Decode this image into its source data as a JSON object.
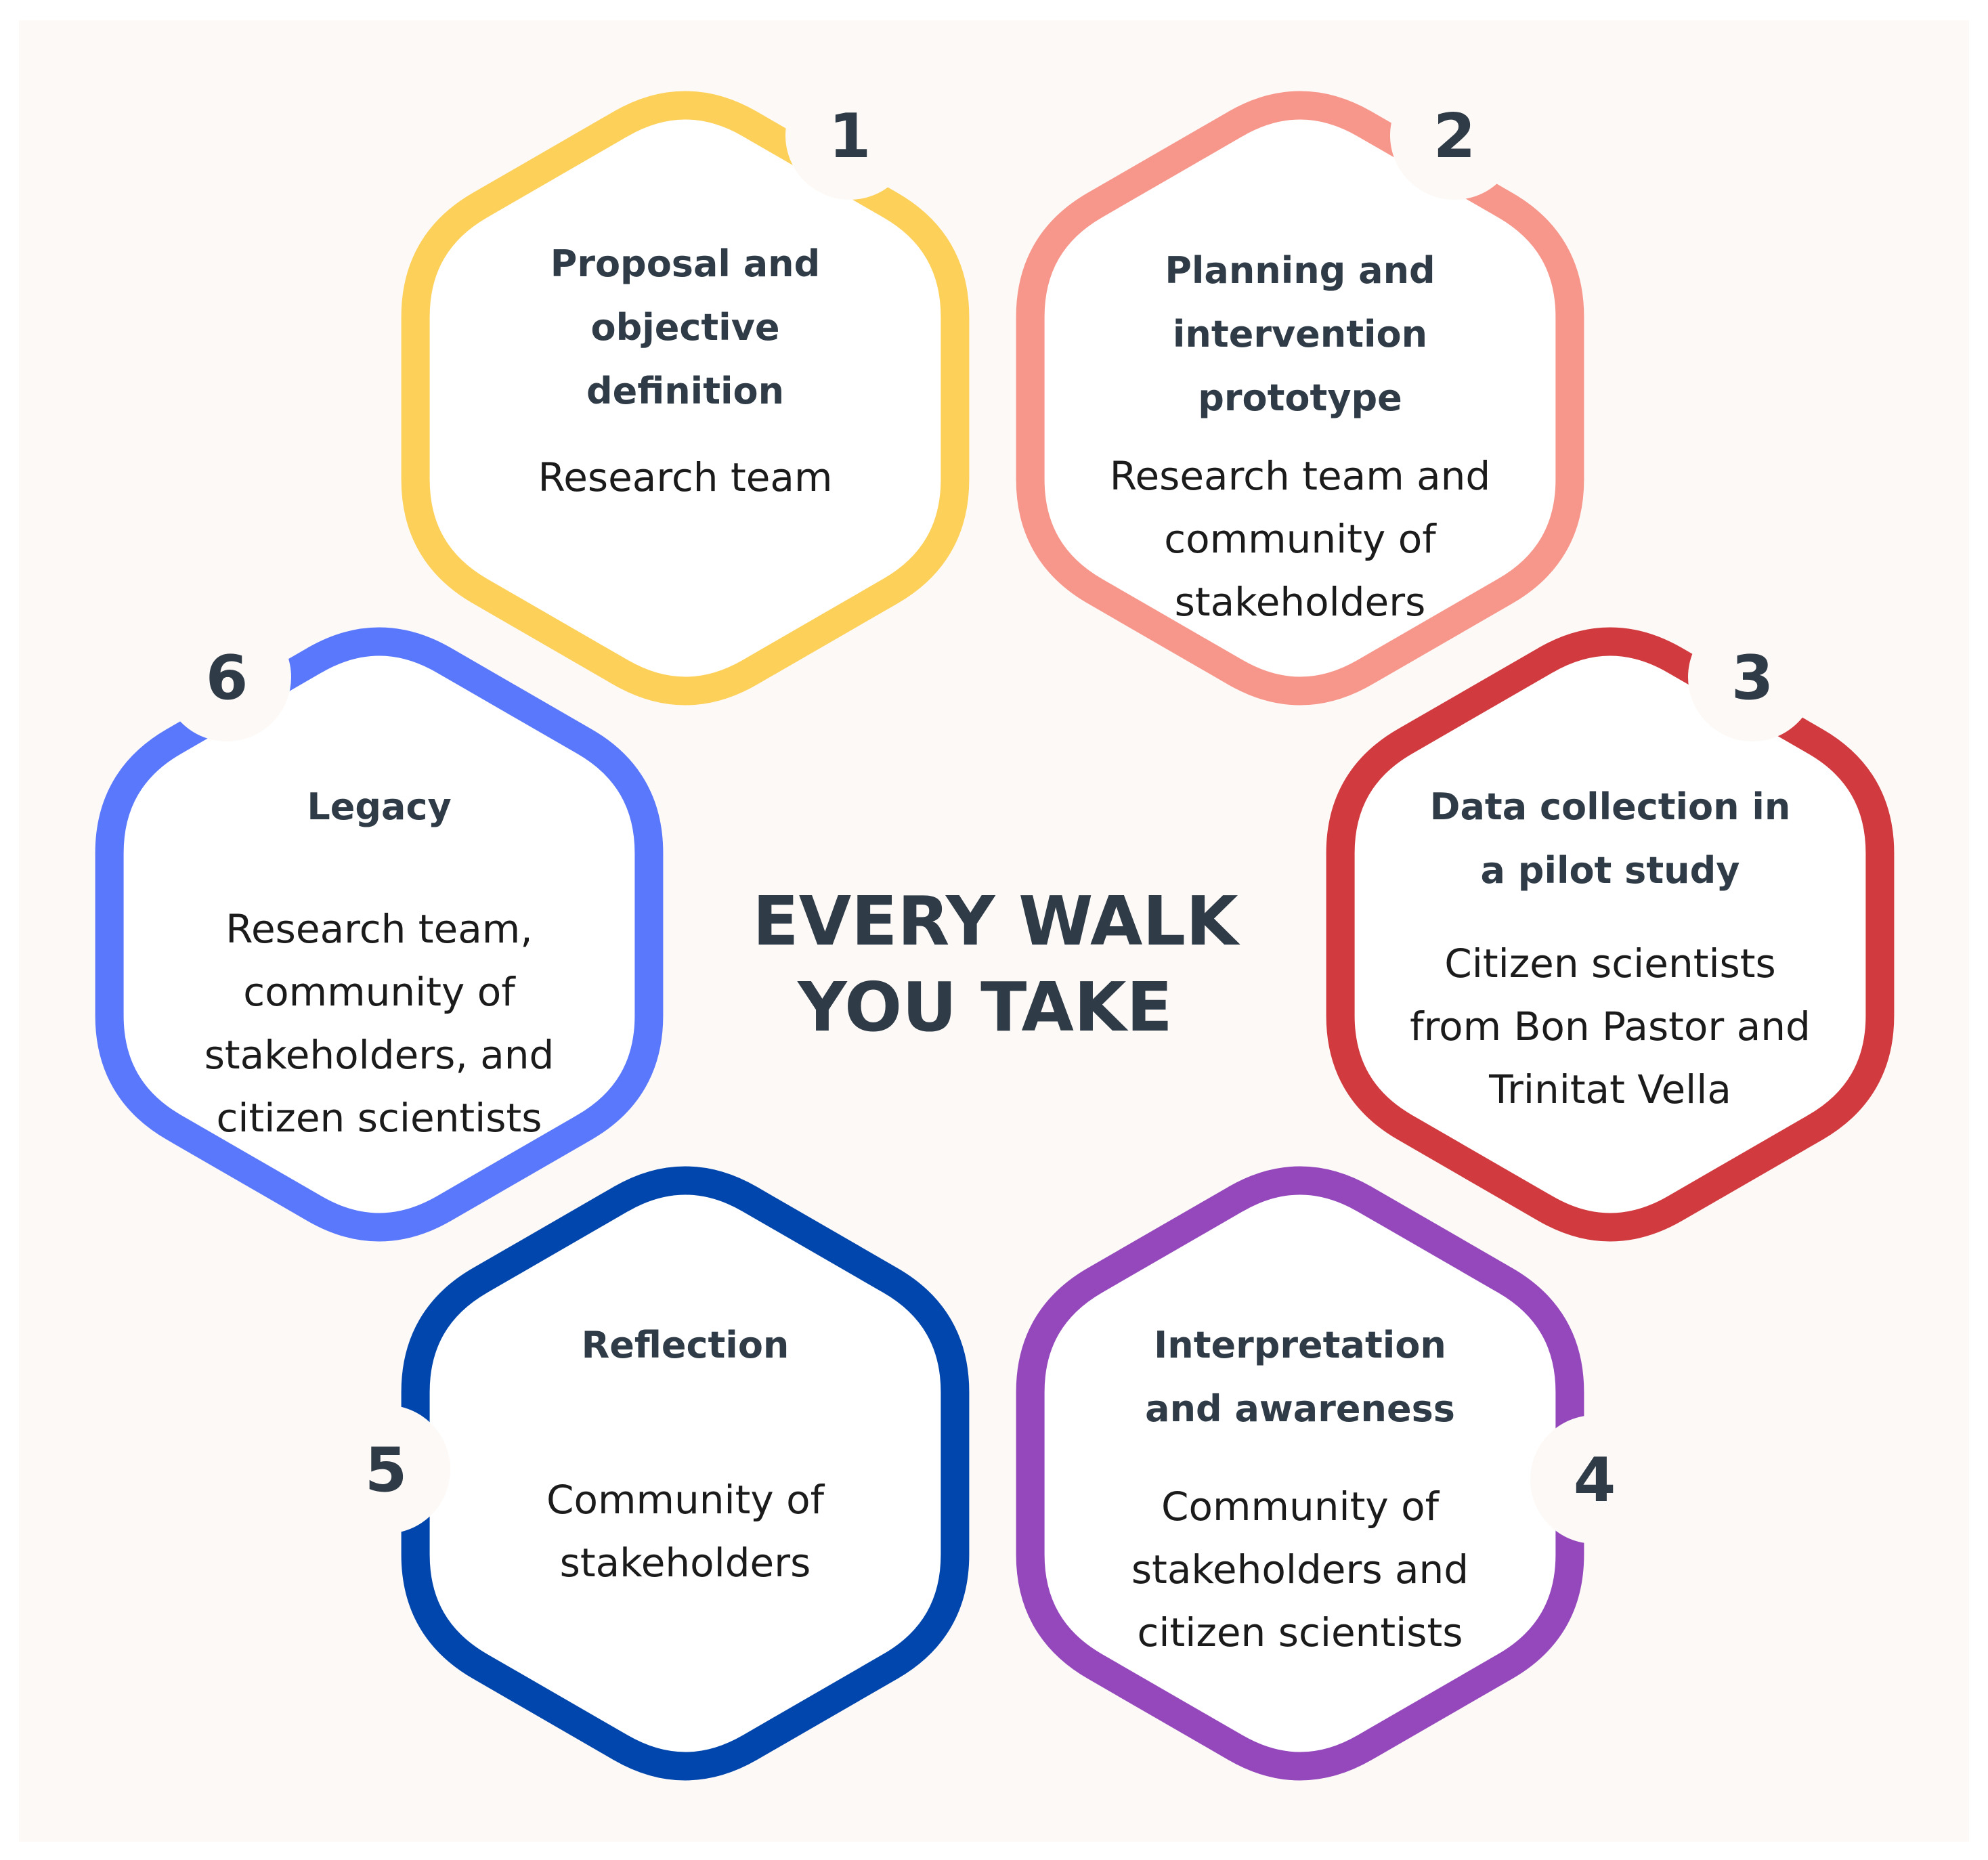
{
  "center_title": [
    "EVERY WALK",
    "YOU TAKE"
  ],
  "colors": {
    "background": "#fdf9f6",
    "hex_fill": "#ffffff",
    "text_dark": "#2f3b47"
  },
  "steps": [
    {
      "number": "1",
      "title": [
        "Proposal and",
        "objective",
        "definition"
      ],
      "description": [
        "Research team"
      ],
      "color": "#fdd05a"
    },
    {
      "number": "2",
      "title": [
        "Planning and",
        "intervention",
        "prototype"
      ],
      "description": [
        "Research team and",
        "community of",
        "stakeholders"
      ],
      "color": "#f7968a"
    },
    {
      "number": "3",
      "title": [
        "Data collection in",
        "a pilot study"
      ],
      "description": [
        "Citizen scientists",
        "from Bon Pastor and",
        "Trinitat Vella"
      ],
      "color": "#d13a3e"
    },
    {
      "number": "4",
      "title": [
        "Interpretation",
        "and  awareness"
      ],
      "description": [
        "Community of",
        "stakeholders and",
        "citizen scientists"
      ],
      "color": "#9448bc"
    },
    {
      "number": "5",
      "title": [
        "Reflection"
      ],
      "description": [
        "Community of",
        "stakeholders"
      ],
      "color": "#0046ad"
    },
    {
      "number": "6",
      "title": [
        "Legacy"
      ],
      "description": [
        "Research team,",
        "community of",
        "stakeholders, and",
        "citizen scientists"
      ],
      "color": "#5a78fb"
    }
  ]
}
